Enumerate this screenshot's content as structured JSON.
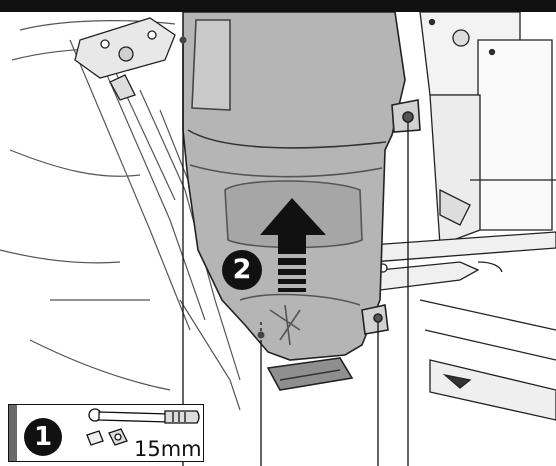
{
  "step_badges": {
    "tool_step": "1",
    "remove_step": "2"
  },
  "tools": {
    "socket_size": "15mm",
    "items_icons": [
      "ratchet-icon",
      "extension-icon",
      "socket-icon"
    ]
  },
  "colors": {
    "line": "#111111",
    "tank_fill": "#b5b5b5",
    "tank_dark": "#8f8f8f",
    "badge": "#111111",
    "tool_box_bar": "#6a6a6a"
  }
}
